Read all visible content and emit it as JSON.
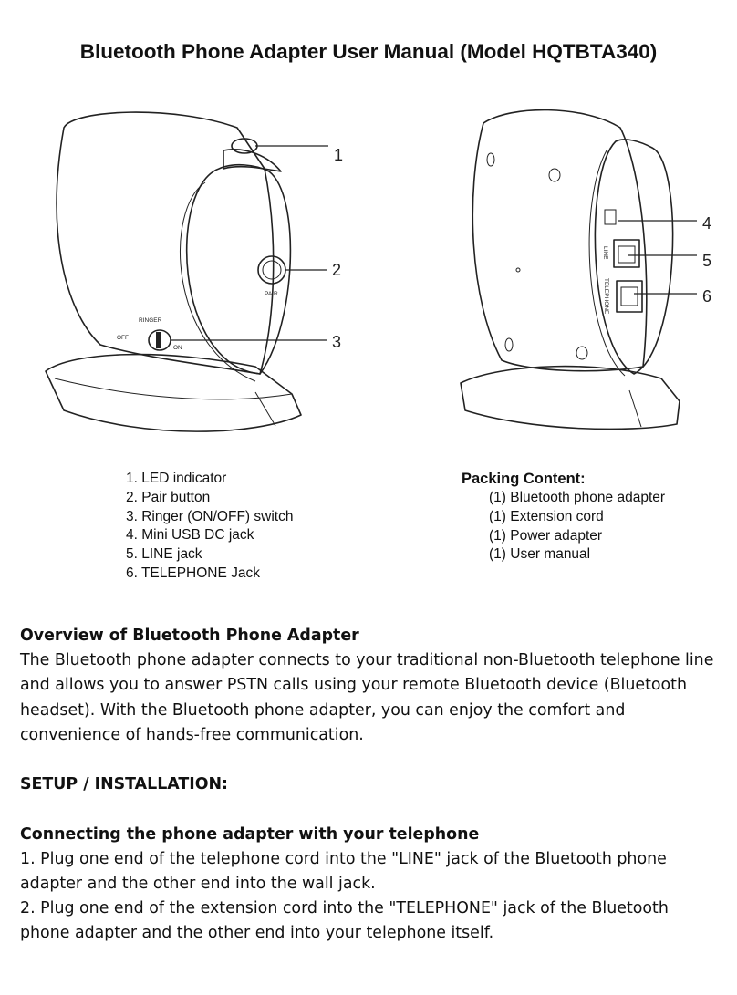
{
  "title": "Bluetooth Phone Adapter User Manual (Model HQTBTA340)",
  "figure_left": {
    "callouts": [
      "1",
      "2",
      "3"
    ],
    "labels": {
      "ringer": "RINGER",
      "off": "OFF",
      "on": "ON",
      "pair": "PAIR"
    }
  },
  "figure_right": {
    "callouts": [
      "4",
      "5",
      "6"
    ],
    "labels": {
      "line": "LINE",
      "telephone": "TELEPHONE"
    }
  },
  "parts_list": [
    "1. LED indicator",
    "2. Pair button",
    "3. Ringer (ON/OFF) switch",
    "4. Mini USB DC jack",
    "5. LINE jack",
    "6. TELEPHONE Jack"
  ],
  "packing": {
    "heading": "Packing Content:",
    "items": [
      "(1) Bluetooth phone adapter",
      "(1) Extension cord",
      "(1) Power adapter",
      "(1) User manual"
    ]
  },
  "overview": {
    "heading": "Overview of Bluetooth Phone Adapter",
    "body": "The Bluetooth phone adapter connects to your traditional non-Bluetooth telephone line and allows you to answer PSTN calls using your remote Bluetooth device (Bluetooth headset).  With the Bluetooth phone adapter, you can enjoy the comfort and convenience of hands-free communication."
  },
  "setup_heading": "SETUP / INSTALLATION:",
  "connecting": {
    "heading": "Connecting the phone adapter with your telephone",
    "steps": [
      "1. Plug one end of the telephone cord into the \"LINE\" jack of the Bluetooth phone adapter and the other end into the wall jack.",
      "2. Plug one end of the extension cord into the \"TELEPHONE\" jack of the Bluetooth phone adapter and the other end into your telephone itself."
    ]
  }
}
